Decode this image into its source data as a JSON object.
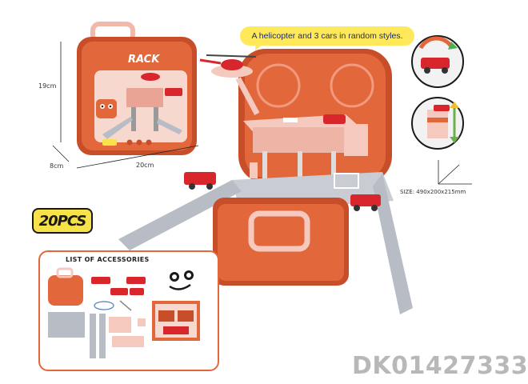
{
  "callout": {
    "text": "A helicopter and 3 cars in random styles."
  },
  "box": {
    "dim_height": "19cm",
    "dim_depth": "8cm",
    "dim_width": "20cm",
    "logo_text": "RACK",
    "badge_pcs": "20pcs"
  },
  "badge": {
    "text": "20PCS"
  },
  "accessories": {
    "title": "LIST OF ACCESSORIES"
  },
  "size_label": "SIZE: 490x200x215mm",
  "product_code": "DK01427333",
  "colors": {
    "case_orange": "#e2683c",
    "case_dark": "#c84e2a",
    "track_gray": "#b8bcc4",
    "pink": "#f6c9bf",
    "callout_yellow": "#ffe95a",
    "car_red": "#d8262c"
  }
}
